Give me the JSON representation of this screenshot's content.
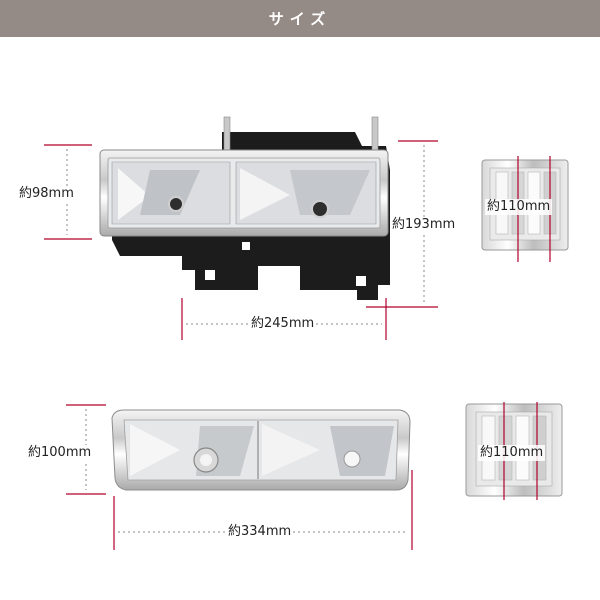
{
  "header": {
    "title": "サイズ",
    "background_color": "#958b86"
  },
  "headlight": {
    "height_label": "約98mm",
    "total_height_label": "約193mm",
    "width_label": "約245mm"
  },
  "corner_light_top": {
    "width_label": "約110mm"
  },
  "bumper_light": {
    "height_label": "約100mm",
    "width_label": "約334mm"
  },
  "corner_light_bottom": {
    "width_label": "約110mm"
  },
  "accent_color": "#b0002a"
}
